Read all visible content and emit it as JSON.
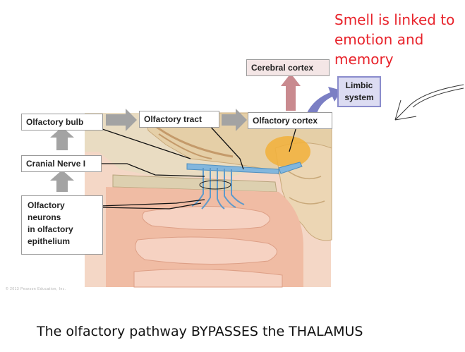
{
  "labels": {
    "olfactory_bulb": "Olfactory bulb",
    "olfactory_tract": "Olfactory tract",
    "olfactory_cortex": "Olfactory cortex",
    "cerebral_cortex": "Cerebral cortex",
    "limbic_system_line1": "Limbic",
    "limbic_system_line2": "system",
    "cranial_nerve": "Cranial Nerve I",
    "neurons_line1": "Olfactory",
    "neurons_line2": "neurons",
    "neurons_line3": "in olfactory",
    "neurons_line4": "epithelium"
  },
  "note": {
    "line1": "Smell is linked to",
    "line2": "emotion and",
    "line3": "memory"
  },
  "caption": "The olfactory pathway BYPASSES the THALAMUS",
  "copyright": "© 2013 Pearson Education, Inc.",
  "colors": {
    "note_red": "#e8232b",
    "flow_arrow_gray": "#a3a3a3",
    "cerebral_arrow": "#c98a8f",
    "limbic_arrow": "#7b7fc4",
    "limbic_box_fill": "#dcdcf2",
    "nerve_blue": "#7fb3d9",
    "cortex_orange": "#f2b03a",
    "nasal_pink": "#f2c8b0",
    "bone_tan": "#e8dcc0",
    "brain_tan": "#e3cfa8"
  }
}
